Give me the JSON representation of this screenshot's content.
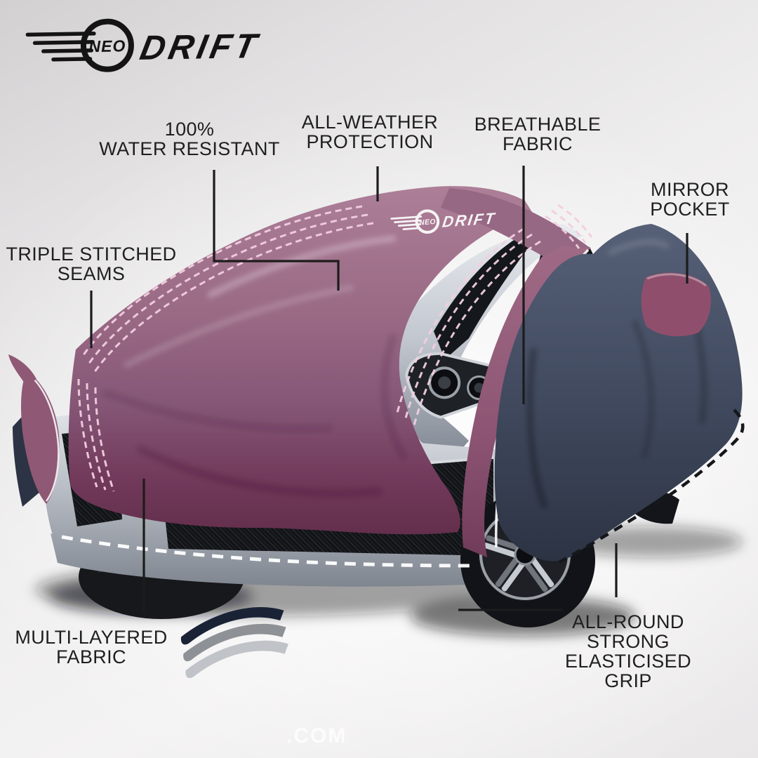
{
  "brand": {
    "neo": "NEO",
    "drift": "DRIFT"
  },
  "callouts": {
    "water_resistant": {
      "line1": "100%",
      "line2": "WATER RESISTANT"
    },
    "all_weather": {
      "line1": "ALL-WEATHER",
      "line2": "PROTECTION"
    },
    "breathable": {
      "line1": "BREATHABLE",
      "line2": "FABRIC"
    },
    "mirror_pocket": {
      "line1": "MIRROR",
      "line2": "POCKET"
    },
    "triple_stitched": {
      "line1": "TRIPLE STITCHED",
      "line2": "SEAMS"
    },
    "multi_layered": {
      "line1": "MULTI-LAYERED",
      "line2": "FABRIC"
    },
    "elastic_grip": {
      "line1": "ALL-ROUND",
      "line2": "STRONG",
      "line3": "ELASTICISED GRIP"
    }
  },
  "watermark": ".COM",
  "colors": {
    "label_text": "#1f1f1f",
    "callout_line": "#1c1c1c",
    "cover_front_mauve": "#a0718c",
    "cover_front_deep": "#6d3150",
    "cover_rear_navy": "#3f4759",
    "mirror_pocket_patch": "#8f4f6c",
    "stitch_thread": "#f2cfe0",
    "hem_dash": "#ffffff",
    "grip_dash": "#15171b",
    "car_silver": "#c7ccd4",
    "logo_ink": "#141414",
    "hood_logo": "#ffffff"
  },
  "icons": {
    "multi_layer_icon": "stacked-fabric-sheets",
    "speed_lines_icon": "motion-speed-lines"
  }
}
